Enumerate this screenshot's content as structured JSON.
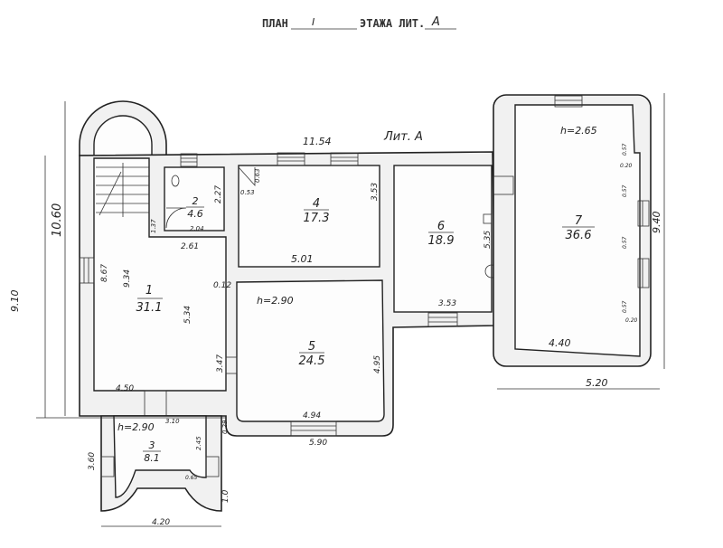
{
  "title": {
    "plan": "ПЛАН",
    "floor": "I",
    "floor_word": "ЭТАЖА ЛИТ.",
    "letter": "А"
  },
  "building_label": "Лит. А",
  "rooms": [
    {
      "number": "1",
      "area": "31.1"
    },
    {
      "number": "2",
      "area": "4.6"
    },
    {
      "number": "3",
      "area": "8.1"
    },
    {
      "number": "4",
      "area": "17.3"
    },
    {
      "number": "5",
      "area": "24.5"
    },
    {
      "number": "6",
      "area": "18.9"
    },
    {
      "number": "7",
      "area": "36.6"
    }
  ],
  "heights": {
    "main": "h=2.90",
    "porch": "h=2.90",
    "room7": "h=2.65"
  },
  "dimensions": {
    "overall_top": "11.54",
    "overall_left": "10.60",
    "left_outer": "9.10",
    "right_outer": "9.40",
    "room7_bottom_outer": "5.20",
    "room7_bottom_inner": "4.40",
    "room1_bottom": "4.50",
    "room1_left": "8.67",
    "room1_inner": "9.34",
    "room1_right": "5.34",
    "room1_step": "0.12",
    "room1_door": "3.47",
    "room2_bottom": "2.61",
    "room2_right": "2.27",
    "room2_door": "2.04",
    "stair": "1.37",
    "room4_bottom": "5.01",
    "room4_right": "3.53",
    "room4_small_w": "0.53",
    "room4_small_h": "0.63",
    "room5_right": "4.95",
    "room5_bottom": "4.94",
    "room5_outer": "5.90",
    "room5_side": "0.29",
    "room6_bottom": "3.53",
    "room6_right": "5.35",
    "porch_top": "3.10",
    "porch_left": "3.60",
    "porch_right": "2.45",
    "porch_bottom": "4.20",
    "porch_proj": "1.0",
    "porch_small": "0.65",
    "r7_n1": "0.57",
    "r7_n2": "0.20",
    "r7_n3": "0.57",
    "r7_n4": "0.57",
    "r7_n5": "0.57",
    "r7_n6": "0.20"
  }
}
